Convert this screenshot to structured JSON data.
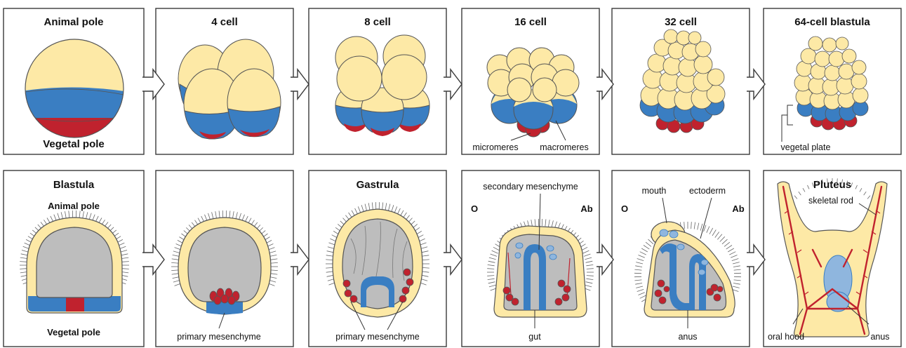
{
  "colors": {
    "yellow": "#fde9a6",
    "blue": "#3a7ec2",
    "lightblue": "#8fb6de",
    "red": "#c0222e",
    "gray": "#bdbdbd",
    "outline": "#555555"
  },
  "top_row": {
    "p1": {
      "top": "Animal pole",
      "bottom": "Vegetal pole"
    },
    "p2": {
      "title": "4 cell"
    },
    "p3": {
      "title": "8 cell"
    },
    "p4": {
      "title": "16 cell",
      "label_left": "micromeres",
      "label_right": "macromeres"
    },
    "p5": {
      "title": "32 cell"
    },
    "p6": {
      "title": "64-cell blastula",
      "label": "vegetal plate"
    }
  },
  "bottom_row": {
    "p1": {
      "title": "Blastula",
      "top": "Animal pole",
      "bottom": "Vegetal pole"
    },
    "p2": {
      "label": "primary mesenchyme"
    },
    "p3": {
      "title": "Gastrula",
      "label": "primary mesenchyme"
    },
    "p4": {
      "top_label": "secondary mesenchyme",
      "left": "O",
      "right": "Ab",
      "bottom_label": "gut"
    },
    "p5": {
      "label_mouth": "mouth",
      "label_ectoderm": "ectoderm",
      "left": "O",
      "right": "Ab",
      "bottom_label": "anus"
    },
    "p6": {
      "title": "Pluteus",
      "label_rod": "skeletal rod",
      "label_hood": "oral hood",
      "label_anus": "anus"
    }
  }
}
